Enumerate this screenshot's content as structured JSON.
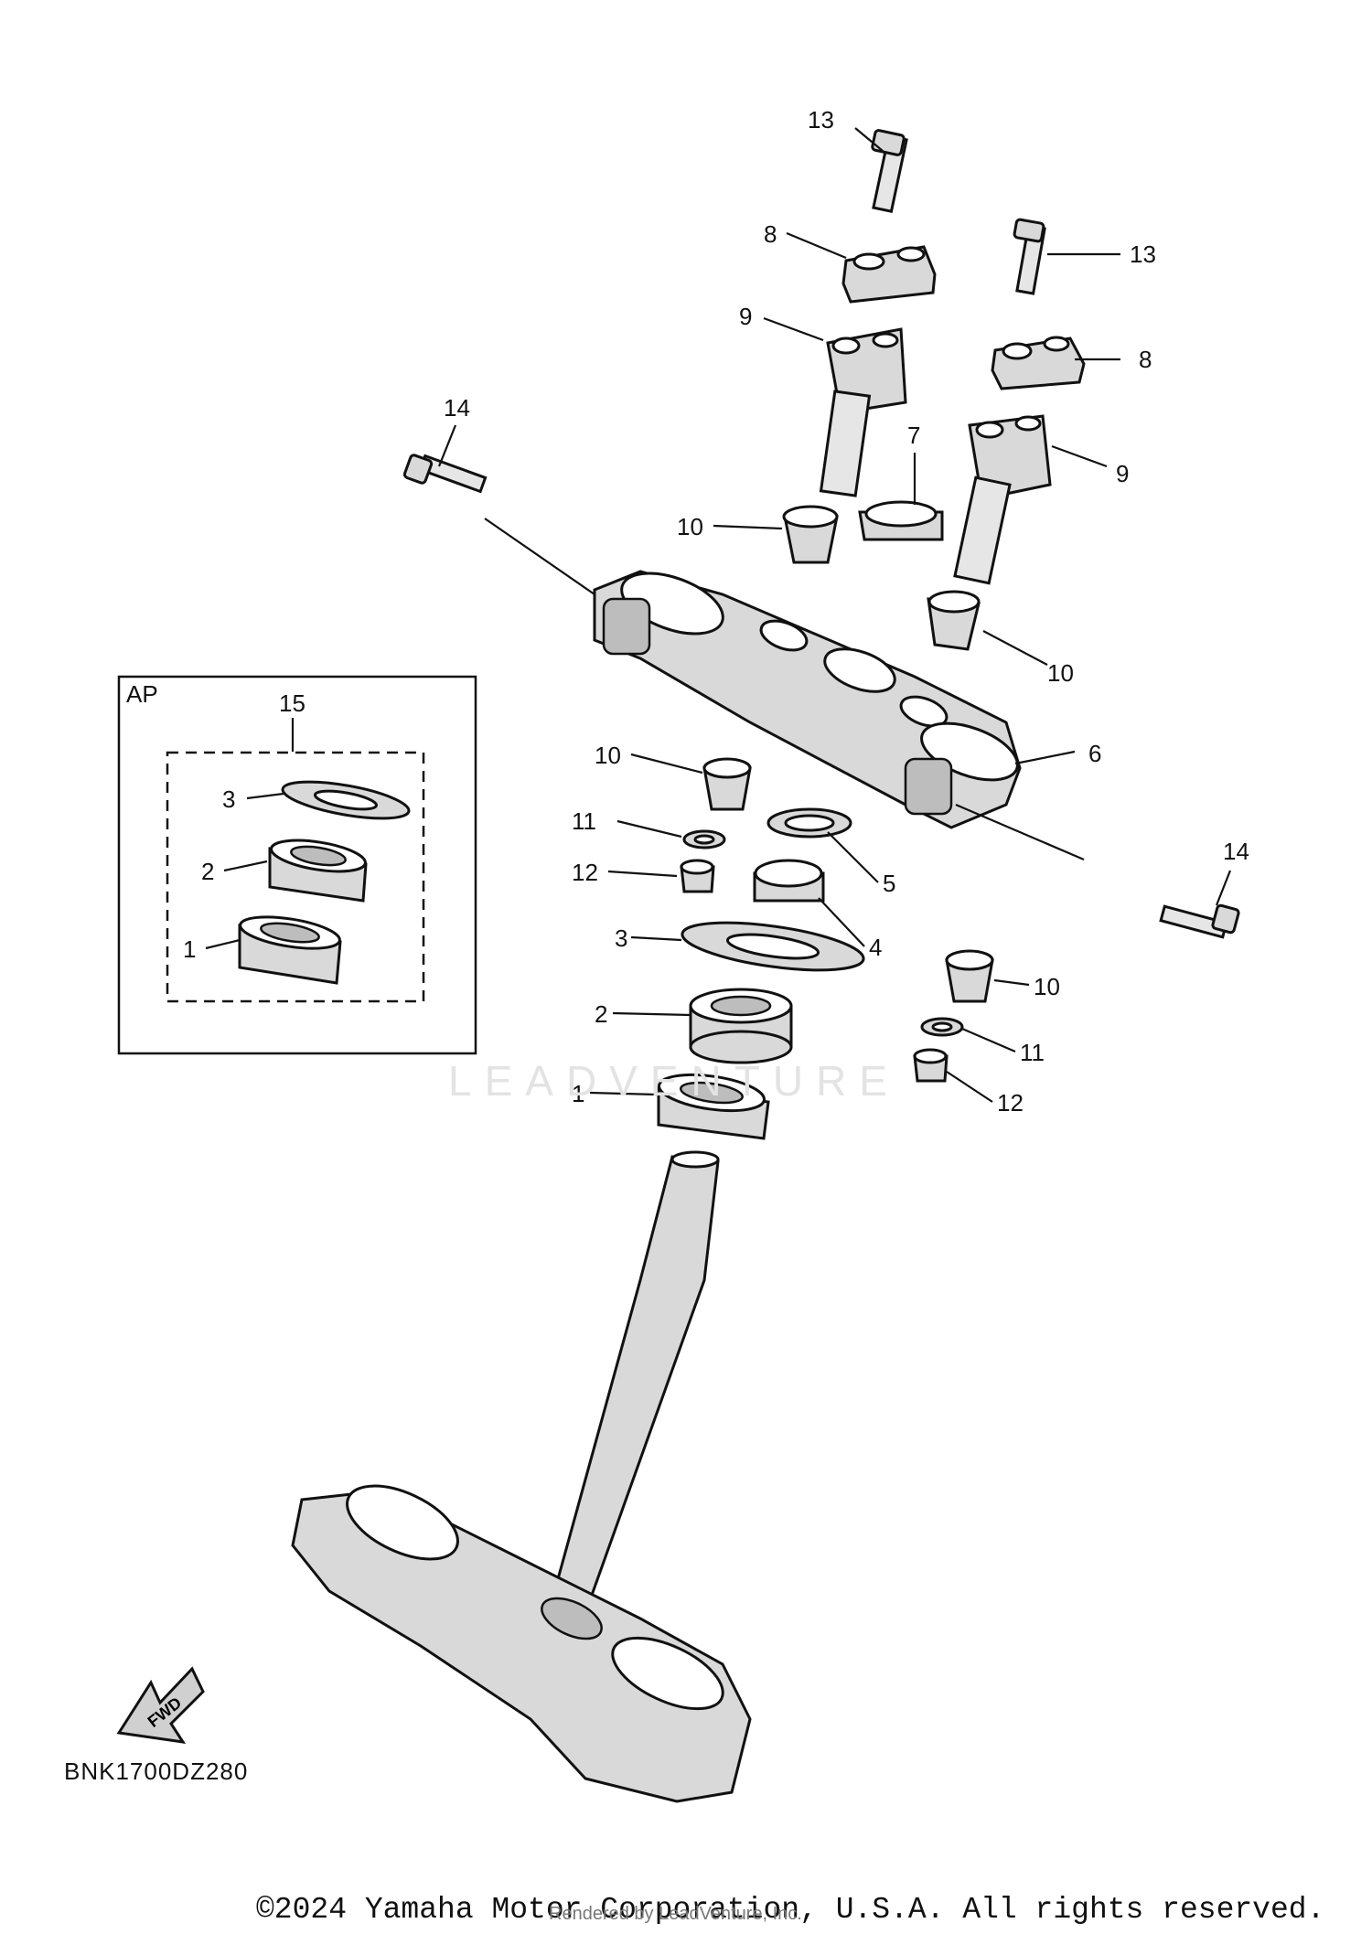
{
  "diagram": {
    "callouts": {
      "c1": "1",
      "c2": "2",
      "c3": "3",
      "c4": "4",
      "c5": "5",
      "c6": "6",
      "c7": "7",
      "c8": "8",
      "c9": "9",
      "c10": "10",
      "c11": "11",
      "c12": "12",
      "c13": "13",
      "c14": "14",
      "c15": "15"
    },
    "inset": {
      "label": "AP"
    },
    "fwd_arrow_text": "FWD",
    "diagram_code": "BNK1700DZ280",
    "watermark": "LEADVENTURE",
    "rendered_by": "Rendered by LeadVenture, Inc.",
    "copyright": "©2024 Yamaha Motor Corporation, U.S.A. All rights reserved."
  }
}
